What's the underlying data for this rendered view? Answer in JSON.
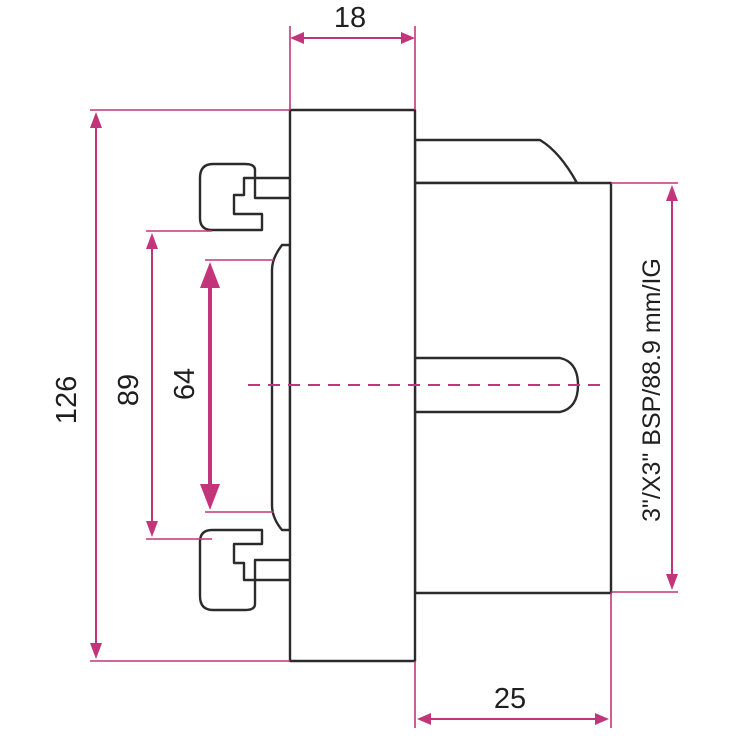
{
  "dimensions": {
    "top_width": "18",
    "bottom_width": "25",
    "overall_height": "126",
    "inner_height": "89",
    "bore_height": "64",
    "thread_spec": "3\"/X3\" BSP/88.9 mm/IG"
  },
  "colors": {
    "dimension_lines": "#c2357a",
    "outline": "#2b2b2b",
    "text": "#1f1f1f",
    "background": "#ffffff"
  }
}
